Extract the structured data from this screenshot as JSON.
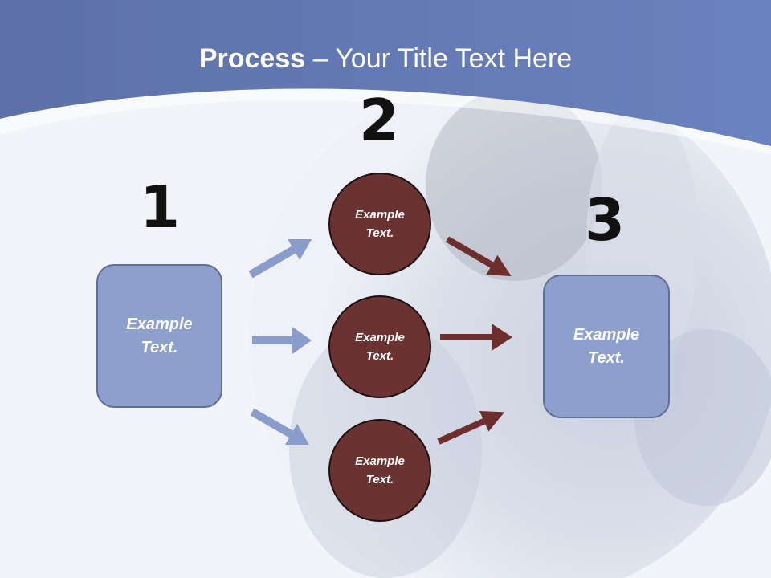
{
  "slide": {
    "title_bold": "Process",
    "title_rest": " – Your Title Text Here"
  },
  "steps": [
    {
      "number": "1"
    },
    {
      "number": "2"
    },
    {
      "number": "3"
    }
  ],
  "boxes": [
    {
      "line1": "Example",
      "line2": "Text."
    },
    {
      "line1": "Example",
      "line2": "Text."
    }
  ],
  "circles": [
    {
      "line1": "Example",
      "line2": "Text."
    },
    {
      "line1": "Example",
      "line2": "Text."
    },
    {
      "line1": "Example",
      "line2": "Text."
    }
  ],
  "colors": {
    "header_blue": "#6479b4",
    "box_fill": "#8c9fcd",
    "box_border": "#5e6e94",
    "circle_fill": "#6b3232",
    "blue_arrow": "#8a9ccc",
    "red_arrow": "#6e2e2e"
  }
}
